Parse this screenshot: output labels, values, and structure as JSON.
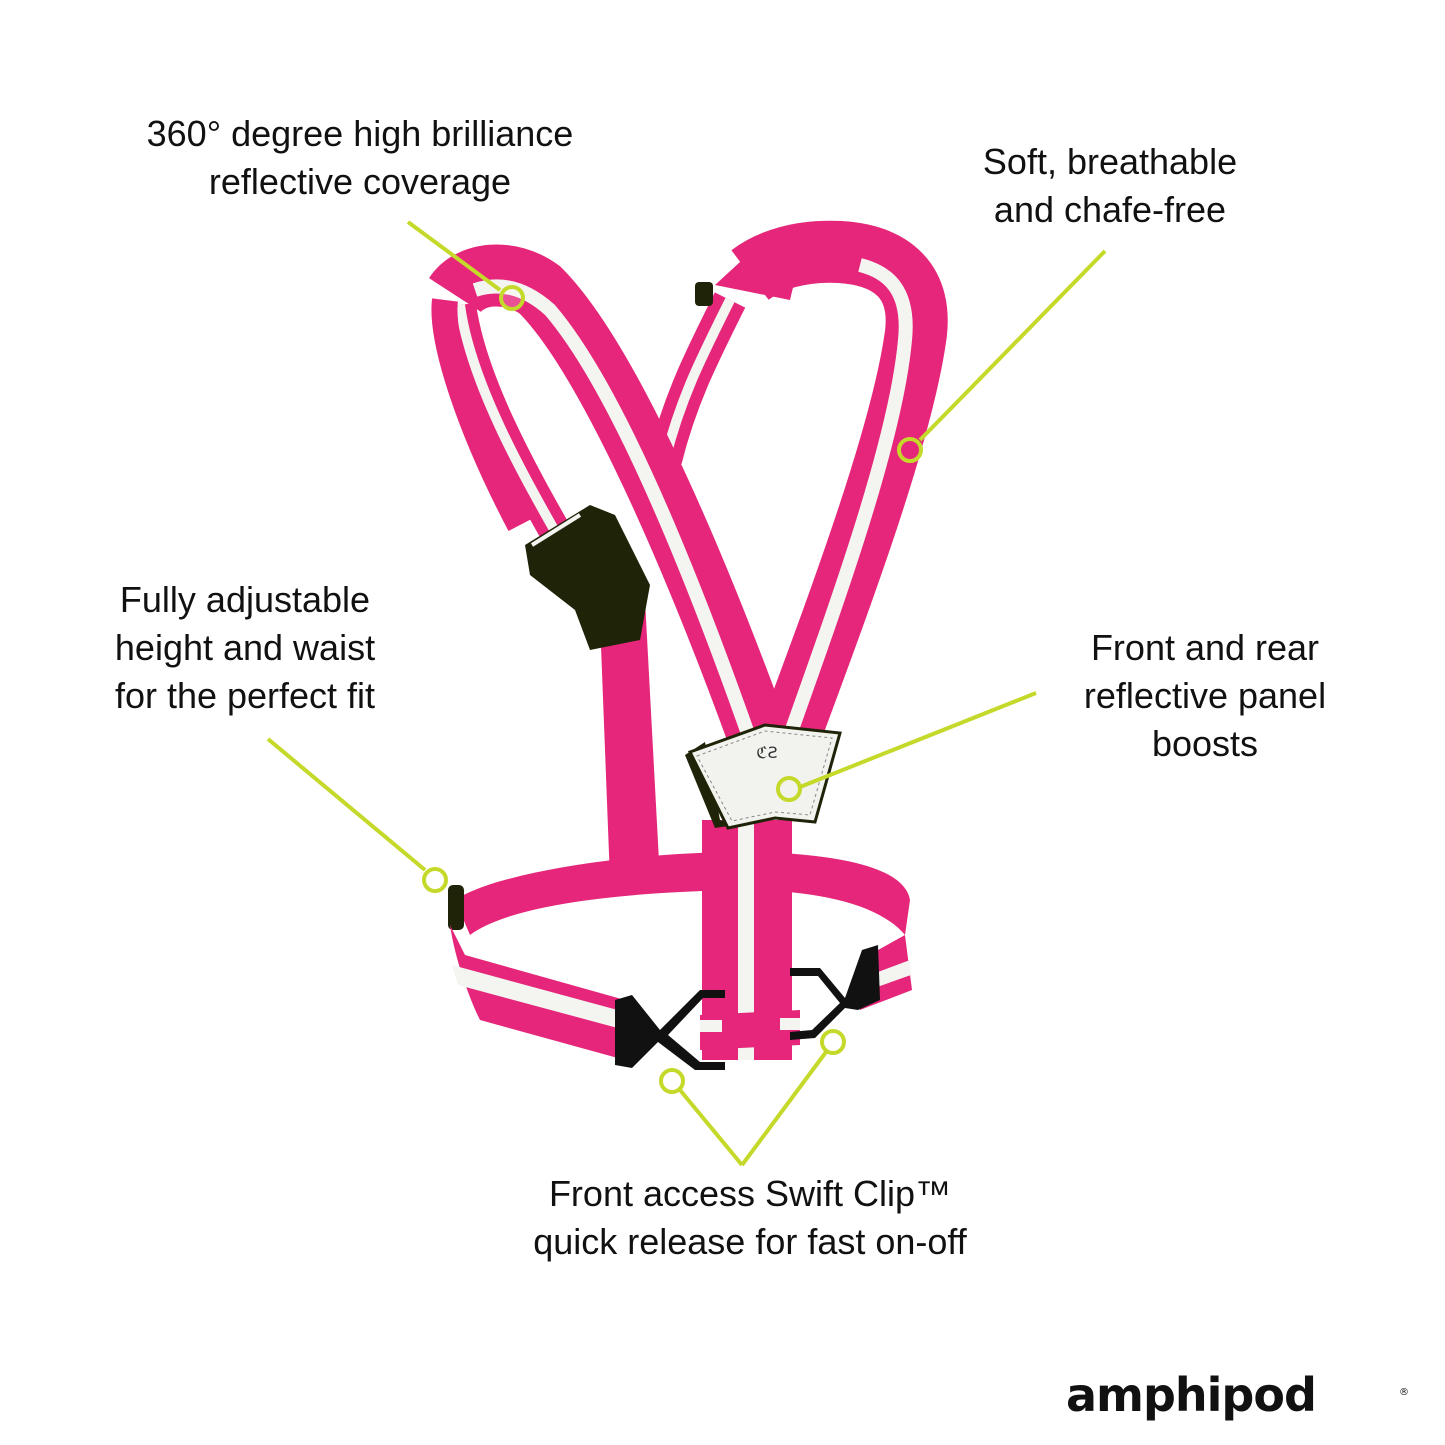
{
  "product": {
    "brand": "amphipod",
    "brand_mark": "®",
    "colors": {
      "strap_pink": "#E5267A",
      "strap_pink_dark": "#C81E66",
      "reflective_white": "#F4F4F0",
      "buckle_dark": "#1F2408",
      "callout_lime": "#C4D92A",
      "text": "#111111",
      "background": "#FFFFFF"
    }
  },
  "callouts": [
    {
      "id": "coverage",
      "lines": [
        "360° degree high brilliance",
        "reflective coverage"
      ]
    },
    {
      "id": "soft",
      "lines": [
        "Soft, breathable",
        "and chafe-free"
      ]
    },
    {
      "id": "adjust",
      "lines": [
        "Fully adjustable",
        "height and waist",
        "for the perfect fit"
      ]
    },
    {
      "id": "panel",
      "lines": [
        "Front and rear",
        "reflective panel",
        "boosts"
      ]
    },
    {
      "id": "clip",
      "lines": [
        "Front access Swift Clip™",
        "quick release for fast on-off"
      ]
    }
  ]
}
